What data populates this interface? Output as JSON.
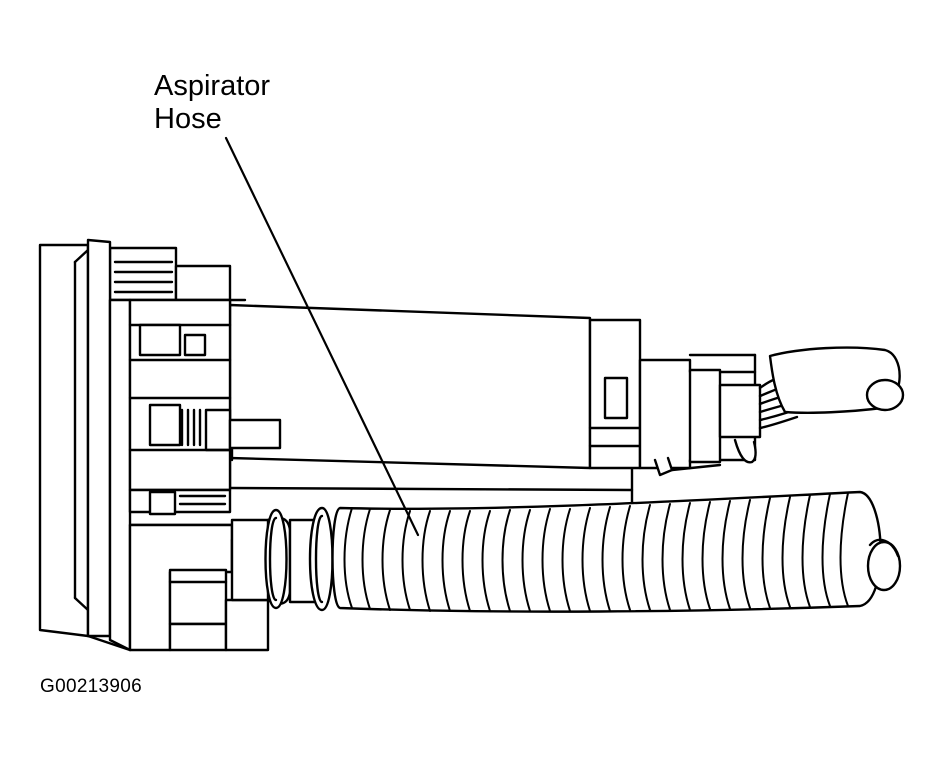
{
  "callout": {
    "line1": "Aspirator",
    "line2": "Hose"
  },
  "figure_id": "G00213906",
  "colors": {
    "ink": "#000000",
    "paper": "#ffffff"
  }
}
